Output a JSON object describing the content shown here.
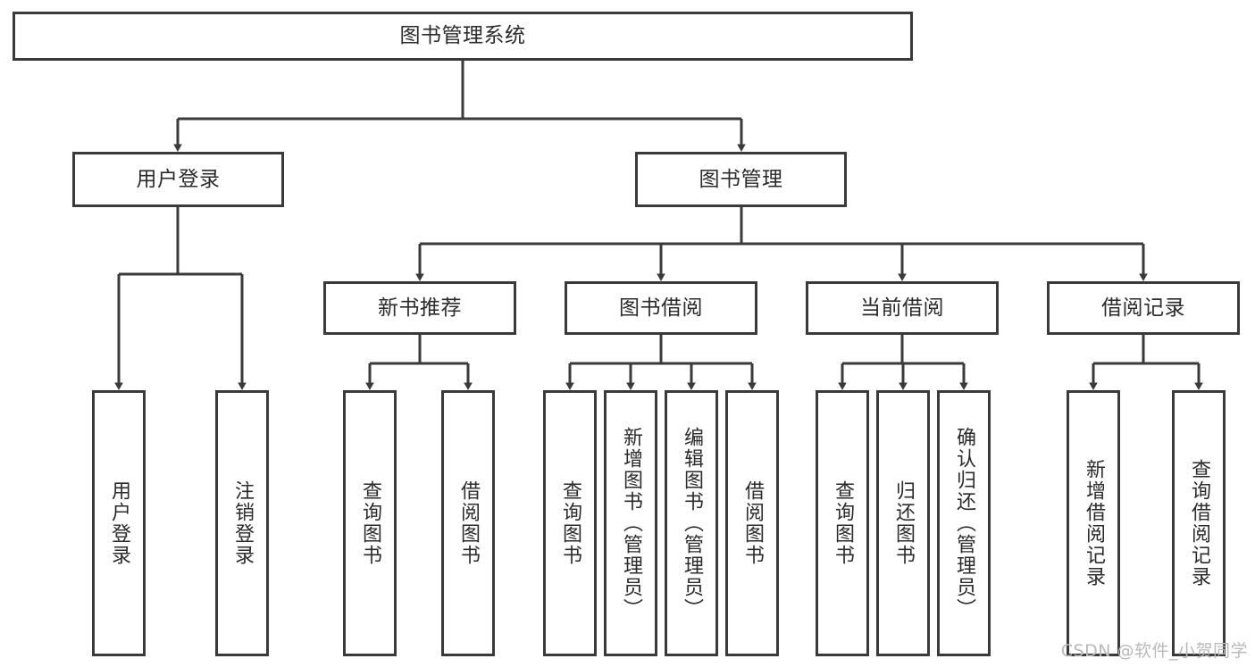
{
  "diagram": {
    "title": "图书管理系统",
    "watermark": "CSDN @软件_小贺同学",
    "colors": {
      "box_border": "#3a3a3a",
      "box_fill": "#ffffff",
      "connector": "#3a3a3a",
      "text": "#2b2b2b",
      "watermark": "#b9b9b9"
    },
    "levels": {
      "root": "图书管理系统",
      "level2": [
        "用户登录",
        "图书管理"
      ],
      "level3": [
        "新书推荐",
        "图书借阅",
        "当前借阅",
        "借阅记录"
      ]
    },
    "nodes": {
      "root": {
        "label": "图书管理系统"
      },
      "user_login": {
        "label": "用户登录"
      },
      "book_manage": {
        "label": "图书管理"
      },
      "new_book_rec": {
        "label": "新书推荐"
      },
      "book_borrow": {
        "label": "图书借阅"
      },
      "current_borrow": {
        "label": "当前借阅"
      },
      "borrow_record": {
        "label": "借阅记录"
      },
      "leaf_user_login": {
        "label": "用户登录"
      },
      "leaf_user_logout": {
        "label": "注销登录"
      },
      "leaf_query_book_1": {
        "label": "查询图书"
      },
      "leaf_borrow_book_1": {
        "label": "借阅图书"
      },
      "leaf_query_book_2": {
        "label": "查询图书"
      },
      "leaf_add_book_admin": {
        "label": "新增图书（管理员）"
      },
      "leaf_edit_book_admin": {
        "label": "编辑图书（管理员）"
      },
      "leaf_borrow_book_2": {
        "label": "借阅图书"
      },
      "leaf_query_book_3": {
        "label": "查询图书"
      },
      "leaf_return_book": {
        "label": "归还图书"
      },
      "leaf_confirm_return_admin": {
        "label": "确认归还（管理员）"
      },
      "leaf_add_record": {
        "label": "新增借阅记录"
      },
      "leaf_query_record": {
        "label": "查询借阅记录"
      }
    },
    "tree": {
      "name": "图书管理系统",
      "children": [
        {
          "name": "用户登录",
          "children": [
            {
              "name": "用户登录"
            },
            {
              "name": "注销登录"
            }
          ]
        },
        {
          "name": "图书管理",
          "children": [
            {
              "name": "新书推荐",
              "children": [
                {
                  "name": "查询图书"
                },
                {
                  "name": "借阅图书"
                }
              ]
            },
            {
              "name": "图书借阅",
              "children": [
                {
                  "name": "查询图书"
                },
                {
                  "name": "新增图书（管理员）"
                },
                {
                  "name": "编辑图书（管理员）"
                },
                {
                  "name": "借阅图书"
                }
              ]
            },
            {
              "name": "当前借阅",
              "children": [
                {
                  "name": "查询图书"
                },
                {
                  "name": "归还图书"
                },
                {
                  "name": "确认归还（管理员）"
                }
              ]
            },
            {
              "name": "借阅记录",
              "children": [
                {
                  "name": "新增借阅记录"
                },
                {
                  "name": "查询借阅记录"
                }
              ]
            }
          ]
        }
      ]
    }
  }
}
